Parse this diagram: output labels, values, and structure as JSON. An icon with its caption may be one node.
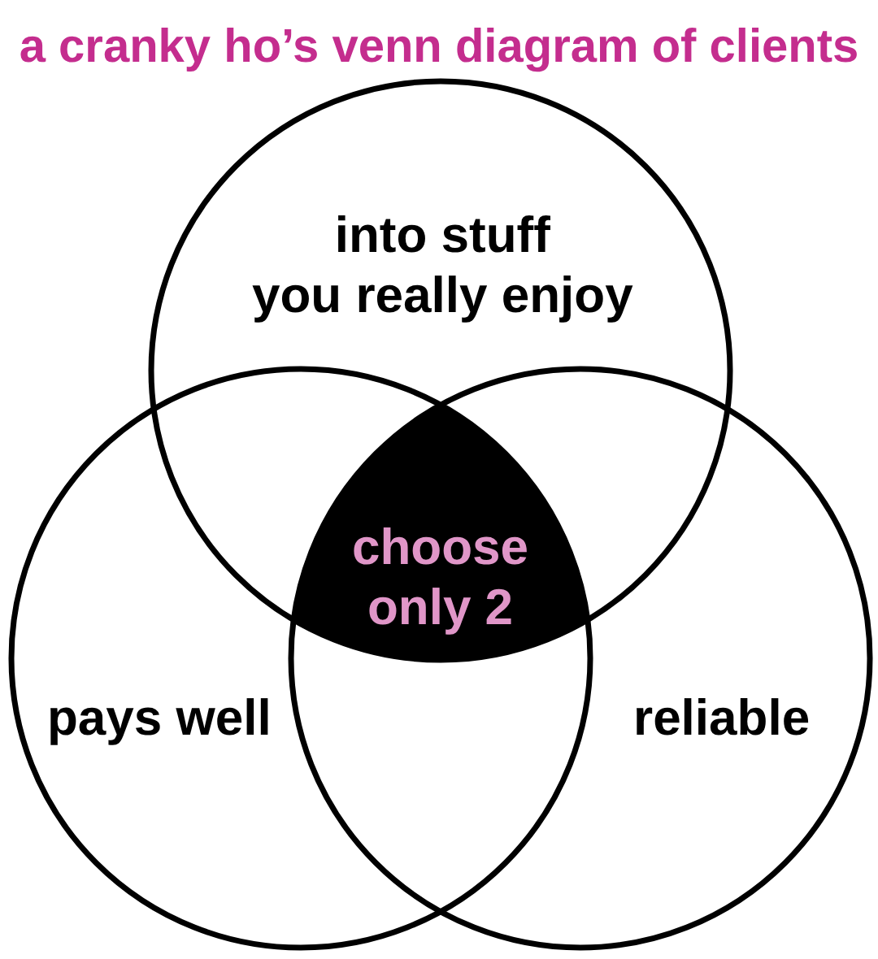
{
  "diagram": {
    "title": "a cranky ho’s venn diagram of clients",
    "nodes": [
      {
        "text": [
          "into stuff you really enjoy"
        ]
      },
      {
        "text": [
          "choose only 2"
        ]
      },
      {
        "text": [
          "pays well"
        ]
      },
      {
        "text": [
          "reliable"
        ]
      }
    ]
  }
}
